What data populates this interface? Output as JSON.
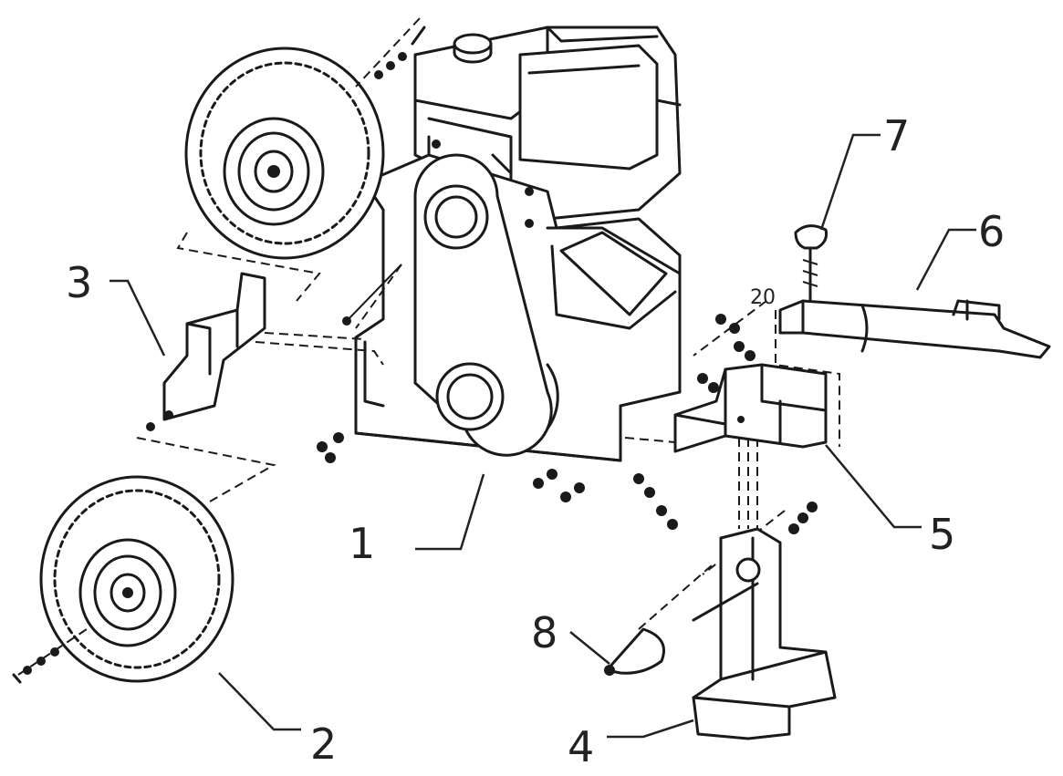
{
  "callouts": [
    {
      "id": "1",
      "label": "1"
    },
    {
      "id": "2",
      "label": "2"
    },
    {
      "id": "3",
      "label": "3"
    },
    {
      "id": "4",
      "label": "4"
    },
    {
      "id": "5",
      "label": "5"
    },
    {
      "id": "6",
      "label": "6"
    },
    {
      "id": "7",
      "label": "7"
    },
    {
      "id": "8",
      "label": "8"
    }
  ],
  "small_label": "20",
  "colors": {
    "ink": "#1a1a1a",
    "background": "#ffffff"
  }
}
